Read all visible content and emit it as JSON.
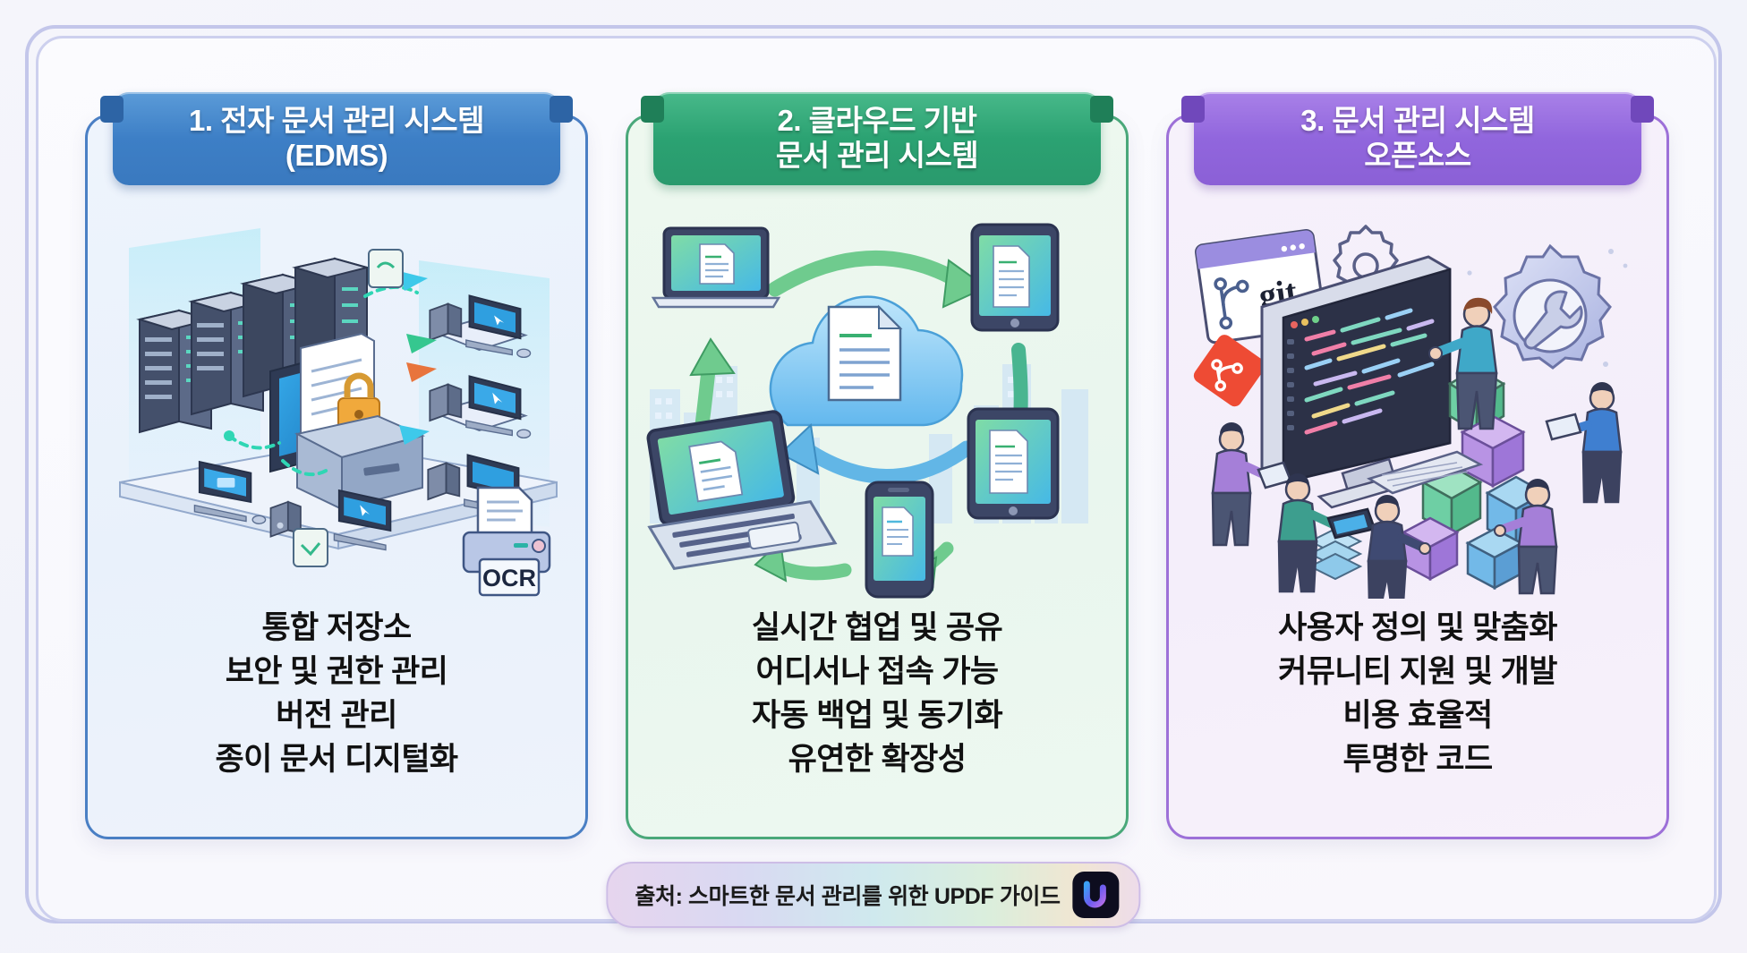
{
  "poster": {
    "footer": {
      "source_text": "출처: 스마트한 문서 관리를 위한 UPDF 가이드",
      "logo_name": "updf-logo",
      "logo_letter": "u"
    },
    "colors": {
      "panel1_accent": "#3d7fc6",
      "panel2_accent": "#2ba272",
      "panel3_accent": "#9166dd",
      "frame_border": "#c3c6ea",
      "background": "#f5f5fb"
    }
  },
  "panels": [
    {
      "id": "edms",
      "accent": "#3d7fc6",
      "title_line1": "1. 전자 문서 관리 시스템",
      "title_line2": "(EDMS)",
      "illustration": {
        "name": "isometric-datacenter-illustration",
        "elements": [
          "server-rack",
          "workstation",
          "locked-document",
          "data-flow-arrow",
          "ocr-scanner"
        ],
        "ocr_label": "OCR"
      },
      "bullets": [
        "통합 저장소",
        "보안 및 권한 관리",
        "버전 관리",
        "종이 문서 디지털화"
      ]
    },
    {
      "id": "cloud",
      "accent": "#2ba272",
      "title_line1": "2. 클라우드 기반",
      "title_line2": "문서 관리 시스템",
      "illustration": {
        "name": "cloud-sync-illustration",
        "elements": [
          "cloud-icon",
          "document-icon",
          "laptop-icon",
          "tablet-icon",
          "smartphone-icon",
          "sync-arrow",
          "city-skyline"
        ]
      },
      "bullets": [
        "실시간 협업 및 공유",
        "어디서나 접속 가능",
        "자동 백업 및 동기화",
        "유연한 확장성"
      ]
    },
    {
      "id": "opensource",
      "accent": "#9166dd",
      "title_line1": "3. 문서 관리 시스템",
      "title_line2": "오픈소스",
      "illustration": {
        "name": "open-source-development-illustration",
        "elements": [
          "git-browser-window",
          "git-logo-icon",
          "code-monitor",
          "gear-wrench-icon",
          "developer-figure",
          "building-blocks"
        ],
        "git_label": "git"
      },
      "bullets": [
        "사용자 정의 및 맞춤화",
        "커뮤니티 지원 및 개발",
        "비용 효율적",
        "투명한 코드"
      ]
    }
  ]
}
